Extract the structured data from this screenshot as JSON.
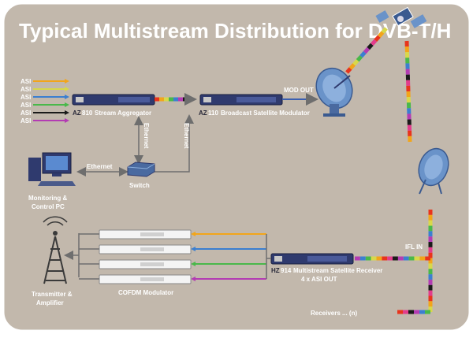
{
  "title": "Typical Multistream Distribution for DVB-T/H",
  "asi_inputs": [
    "ASI",
    "ASI",
    "ASI",
    "ASI",
    "ASI",
    "ASI"
  ],
  "asi_colors": [
    "#f2a51a",
    "#d8d84a",
    "#3b7fd0",
    "#49b84a",
    "#1a1a1a",
    "#b33cb3"
  ],
  "stream_colors": [
    "#e8341c",
    "#f2a51a",
    "#d8d84a",
    "#49b84a",
    "#3b7fd0",
    "#b33cb3",
    "#1a1a1a",
    "#e23c8c"
  ],
  "aggregator": {
    "model_prefix": "AZ",
    "model_num": "810",
    "name": "Stream Aggregator"
  },
  "modulator": {
    "model_prefix": "AZ",
    "model_num": "110",
    "name": "Broadcast Satellite Modulator"
  },
  "mod_out": "MOD OUT",
  "ethernet_labels": [
    "Ethernet",
    "Ethernet",
    "Ethernet"
  ],
  "switch_label": "Switch",
  "pc_label": [
    "Monitoring &",
    "Control PC"
  ],
  "ifl_in": "IFL IN",
  "receiver": {
    "model_prefix": "HZ",
    "model_num": "914",
    "name": "Multistream Satellite Receiver",
    "sub": "4 x ASI OUT"
  },
  "receivers_label": "Receivers ... (n)",
  "cofdm_label": "COFDM Modulator",
  "cofdm_colors": [
    "#f2a51a",
    "#3b7fd0",
    "#49b84a",
    "#b33cb3"
  ],
  "transmitter_label": [
    "Transmitter &",
    "Amplifier"
  ],
  "colors": {
    "panel": "#c2b8ac",
    "panel_border": "#ffffff",
    "gray_line": "#6e6e6e",
    "device_blue": "#2f3a6e",
    "device_white": "#f4f4f4"
  }
}
